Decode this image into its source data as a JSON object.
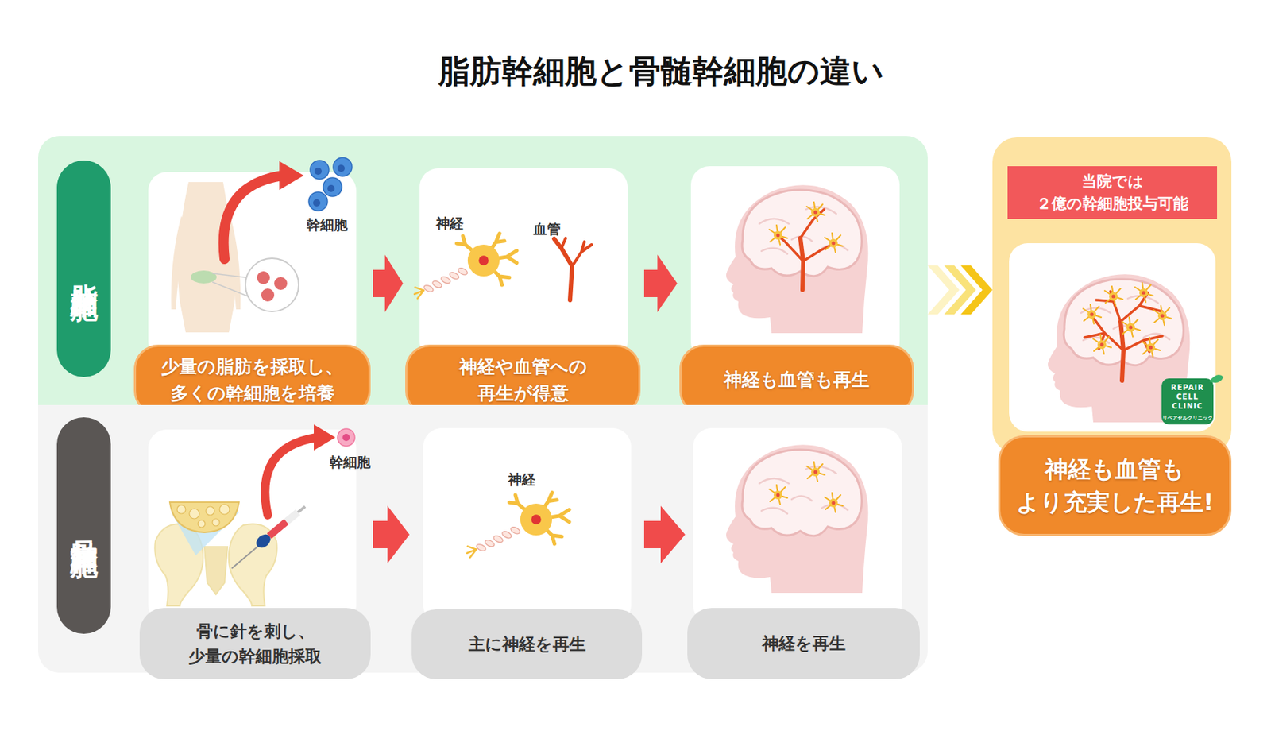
{
  "diagram": {
    "title": "脂肪幹細胞と骨髄幹細胞の違い",
    "nodes": [
      {
        "text": [
          "脂肪幹細胞"
        ]
      },
      {
        "text": [
          "幹細胞",
          "少量の脂肪を採取し、 多くの幹細胞を培養"
        ],
        "in": 0
      },
      {
        "text": [
          "神経",
          "血管",
          "神経や血管への 再生が得意"
        ],
        "in": 0
      },
      {
        "text": [
          "神経も血管も再生"
        ],
        "in": 0
      },
      {
        "text": [
          "骨髄幹細胞"
        ]
      },
      {
        "text": [
          "幹細胞",
          "骨に針を刺し、 少量の幹細胞採取"
        ],
        "in": 4
      },
      {
        "text": [
          "神経",
          "主に神経を再生"
        ],
        "in": 4
      },
      {
        "text": [
          "神経を再生"
        ],
        "in": 4
      },
      {
        "text": [
          "当院では ２億の幹細胞投与可能",
          "神経も血管も より充実した再生!"
        ]
      }
    ],
    "edges": [
      {
        "from": 1,
        "to": 2,
        "arrow": "to"
      },
      {
        "from": 2,
        "to": 3,
        "arrow": "to"
      },
      {
        "from": 5,
        "to": 6,
        "arrow": "to"
      },
      {
        "from": 6,
        "to": 7,
        "arrow": "to"
      },
      {
        "from": 0,
        "to": 8,
        "arrow": "to"
      }
    ],
    "labels": [
      "REPAIR CELL CLINIC",
      "リペアセルクリニック"
    ]
  }
}
